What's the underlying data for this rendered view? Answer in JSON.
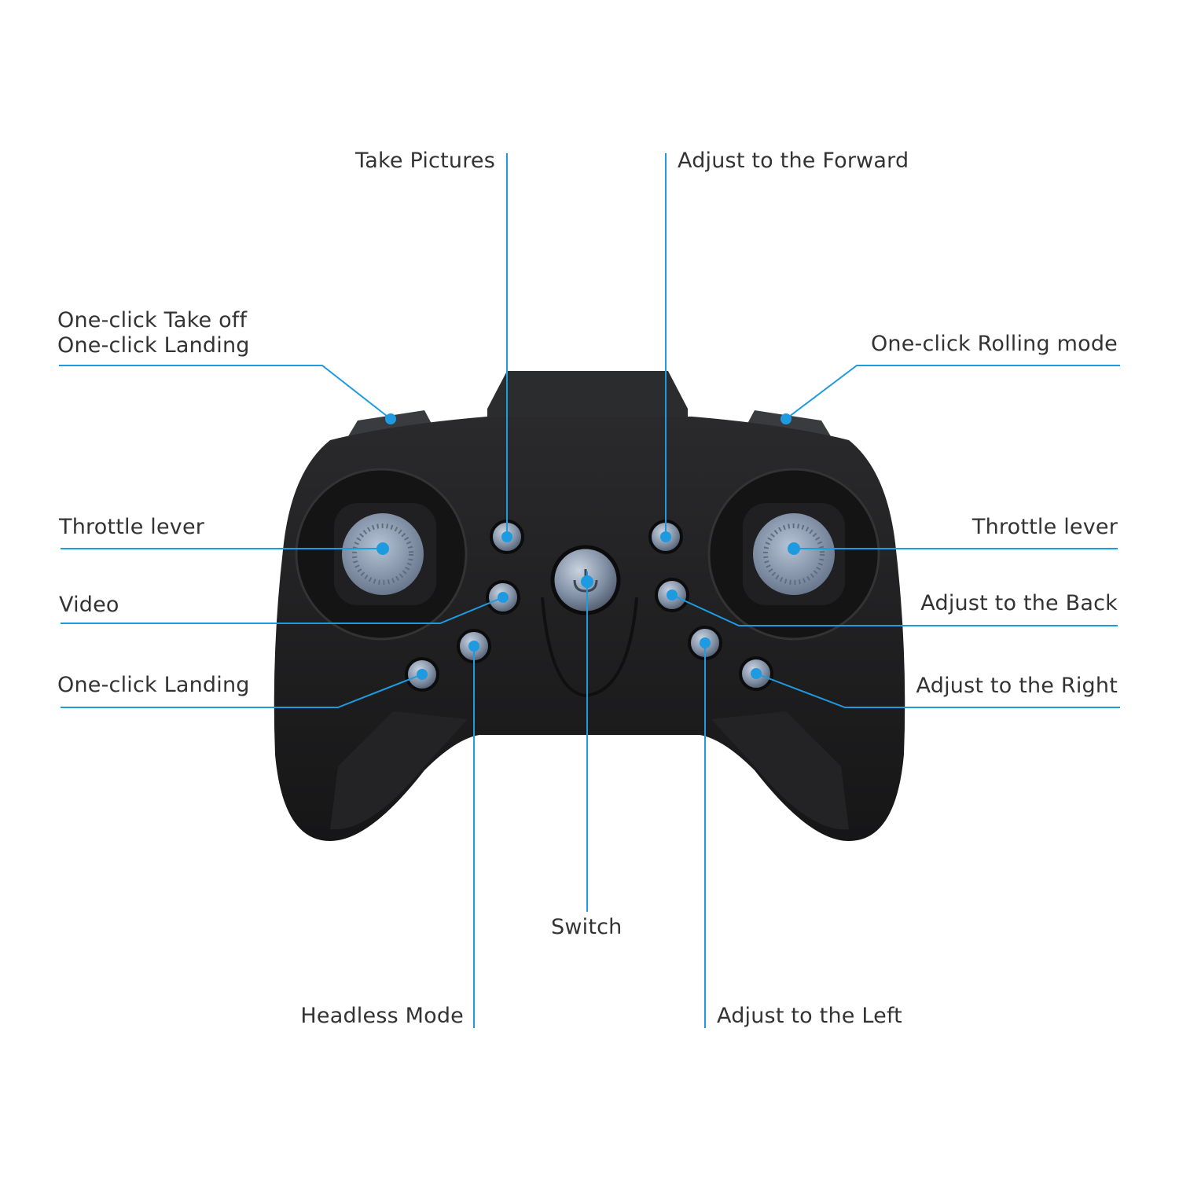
{
  "colors": {
    "leader": "#1e9be0",
    "body": "#1c1c1e",
    "button": "#7e8fa6",
    "text": "#333333"
  },
  "labels": {
    "take_pictures": "Take Pictures",
    "adjust_forward": "Adjust to the Forward",
    "takeoff_line1": "One-click Take off",
    "takeoff_line2": "One-click Landing",
    "rolling_mode": "One-click Rolling mode",
    "throttle_left": "Throttle lever",
    "throttle_right": "Throttle lever",
    "video": "Video",
    "adjust_back": "Adjust to the Back",
    "landing": "One-click Landing",
    "adjust_right": "Adjust to the Right",
    "switch": "Switch",
    "headless_mode": "Headless Mode",
    "adjust_left": "Adjust to the Left"
  }
}
